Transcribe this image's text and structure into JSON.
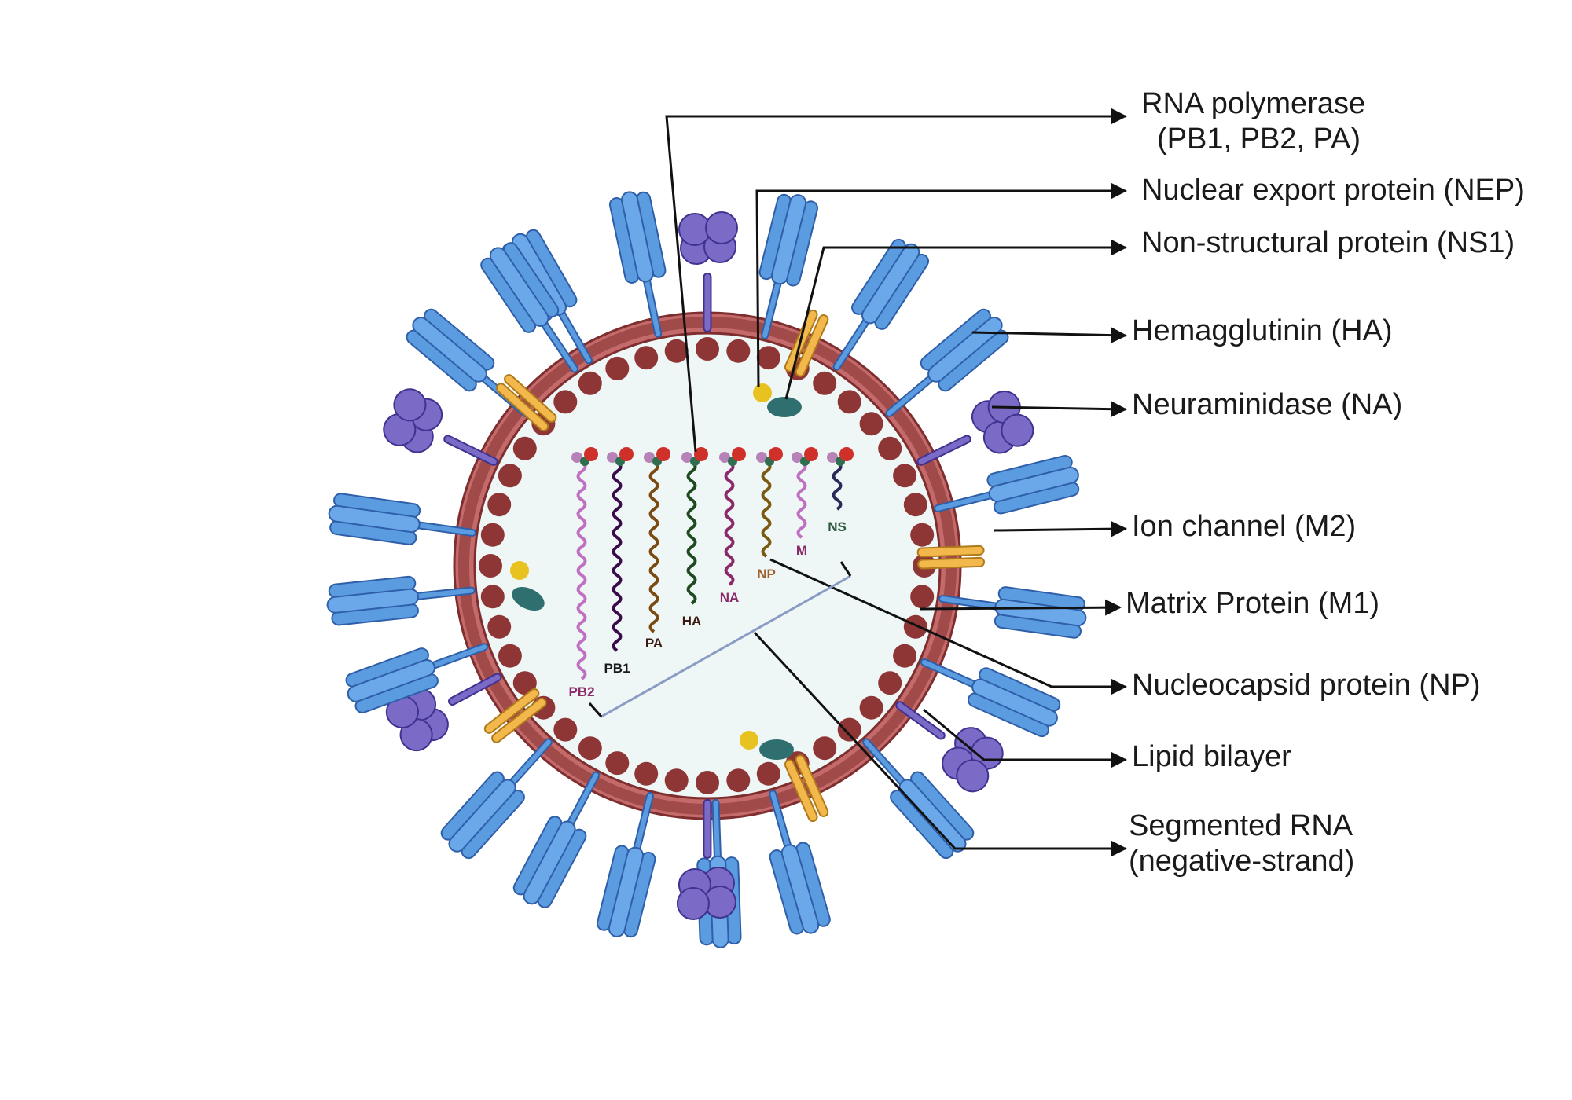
{
  "callouts": {
    "rna_polymerase": {
      "line1": "RNA polymerase",
      "line2": "(PB1, PB2, PA)"
    },
    "nep": "Nuclear export protein (NEP)",
    "ns1": "Non-structural protein (NS1)",
    "ha": "Hemagglutinin (HA)",
    "na": "Neuraminidase (NA)",
    "m2": "Ion channel (M2)",
    "m1": "Matrix Protein (M1)",
    "np": "Nucleocapsid protein (NP)",
    "lipid": "Lipid bilayer",
    "segmented_rna": {
      "line1": "Segmented RNA",
      "line2": "(negative-strand)"
    }
  },
  "segments": [
    {
      "label": "PB2",
      "color": "#c070c0",
      "label_color": "#8b2a6b"
    },
    {
      "label": "PB1",
      "color": "#3a0a4a",
      "label_color": "#1a1a1a"
    },
    {
      "label": "PA",
      "color": "#7a4a10",
      "label_color": "#3a1a10"
    },
    {
      "label": "HA",
      "color": "#1f4a1f",
      "label_color": "#3a1a10"
    },
    {
      "label": "NA",
      "color": "#8b2a6b",
      "label_color": "#8b2a6b"
    },
    {
      "label": "NP",
      "color": "#7a5a10",
      "label_color": "#a06030"
    },
    {
      "label": "M",
      "color": "#c070c0",
      "label_color": "#8b2a6b"
    },
    {
      "label": "NS",
      "color": "#2a2a5a",
      "label_color": "#2a5a3a"
    }
  ],
  "colors": {
    "envelope": "#a04a4a",
    "envelope_light": "#c46a6a",
    "matrix_dot": "#8e3535",
    "interior": "#eef6f6",
    "ha_blue": "#5b9be0",
    "ha_stroke": "#2f5fa8",
    "na_purple": "#7c6bc6",
    "na_stroke": "#3f3290",
    "m2_orange": "#f2b84b",
    "m2_stroke": "#b07a1a",
    "nep_yellow": "#e8c21e",
    "ns1_teal": "#2f6f6f",
    "leader": "#111111"
  },
  "icons": [
    "arrow-head-icon",
    "hemagglutinin-icon",
    "neuraminidase-icon",
    "ion-channel-icon"
  ]
}
